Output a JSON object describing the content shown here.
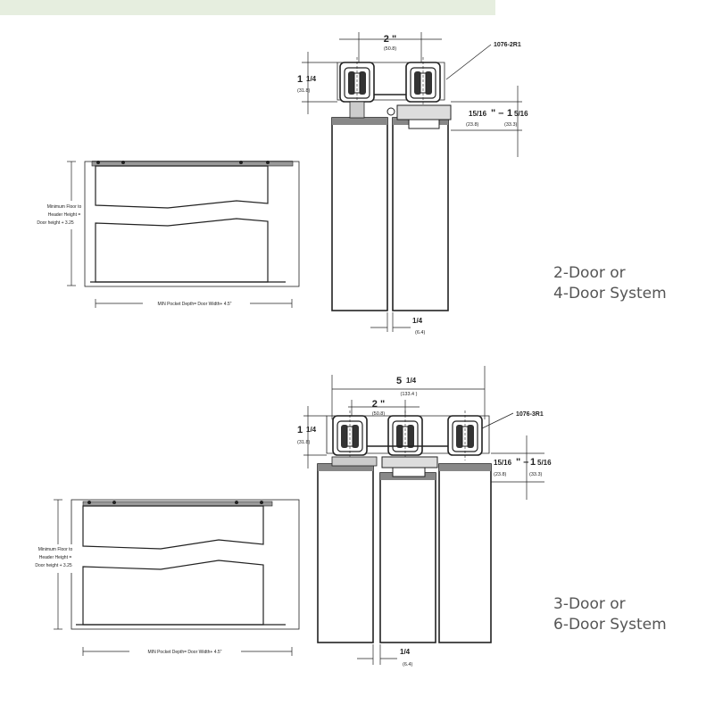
{
  "diagram1": {
    "caption_line1": "2-Door or",
    "caption_line2": "4-Door System",
    "part_number": "1076-2R1",
    "dim_spacing_in": "2",
    "dim_spacing_mm": "(50.8)",
    "dim_height_whole": "1",
    "dim_height_frac": "1/4",
    "dim_height_mm": "(31.8)",
    "dim_right_a": "15/16",
    "dim_right_a_mm": "(23.8)",
    "dim_right_b_whole": "1",
    "dim_right_b_frac": "5/16",
    "dim_right_b_mm": "(33.3)",
    "dim_gap_frac": "1/4",
    "dim_gap_mm": "(6.4)",
    "label_min_floor_1": "Minimum Floor to",
    "label_min_floor_2": "Header Height  =",
    "label_min_floor_3": "Door height + 3.25",
    "label_pocket": "MIN Pocket Depth= Door Width+ 4.5\""
  },
  "diagram2": {
    "caption_line1": "3-Door or",
    "caption_line2": "6-Door System",
    "part_number": "1076-3R1",
    "dim_width_whole": "5",
    "dim_width_frac": "1/4",
    "dim_width_mm": "(133.4 )",
    "dim_spacing_in": "2",
    "dim_spacing_mm": "(50.8)",
    "dim_height_whole": "1",
    "dim_height_frac": "1/4",
    "dim_height_mm": "(31.8)",
    "dim_right_a": "15/16",
    "dim_right_a_mm": "(23.8)",
    "dim_right_b_whole": "1",
    "dim_right_b_frac": "5/16",
    "dim_right_b_mm": "(33.3)",
    "dim_gap_frac": "1/4",
    "dim_gap_mm": "(6.4)",
    "label_min_floor_1": "Minimum Floor to",
    "label_min_floor_2": "Header Height  =",
    "label_min_floor_3": "Door height + 3.25",
    "label_pocket": "MIN Pocket Depth= Door Width+ 4.5\""
  }
}
